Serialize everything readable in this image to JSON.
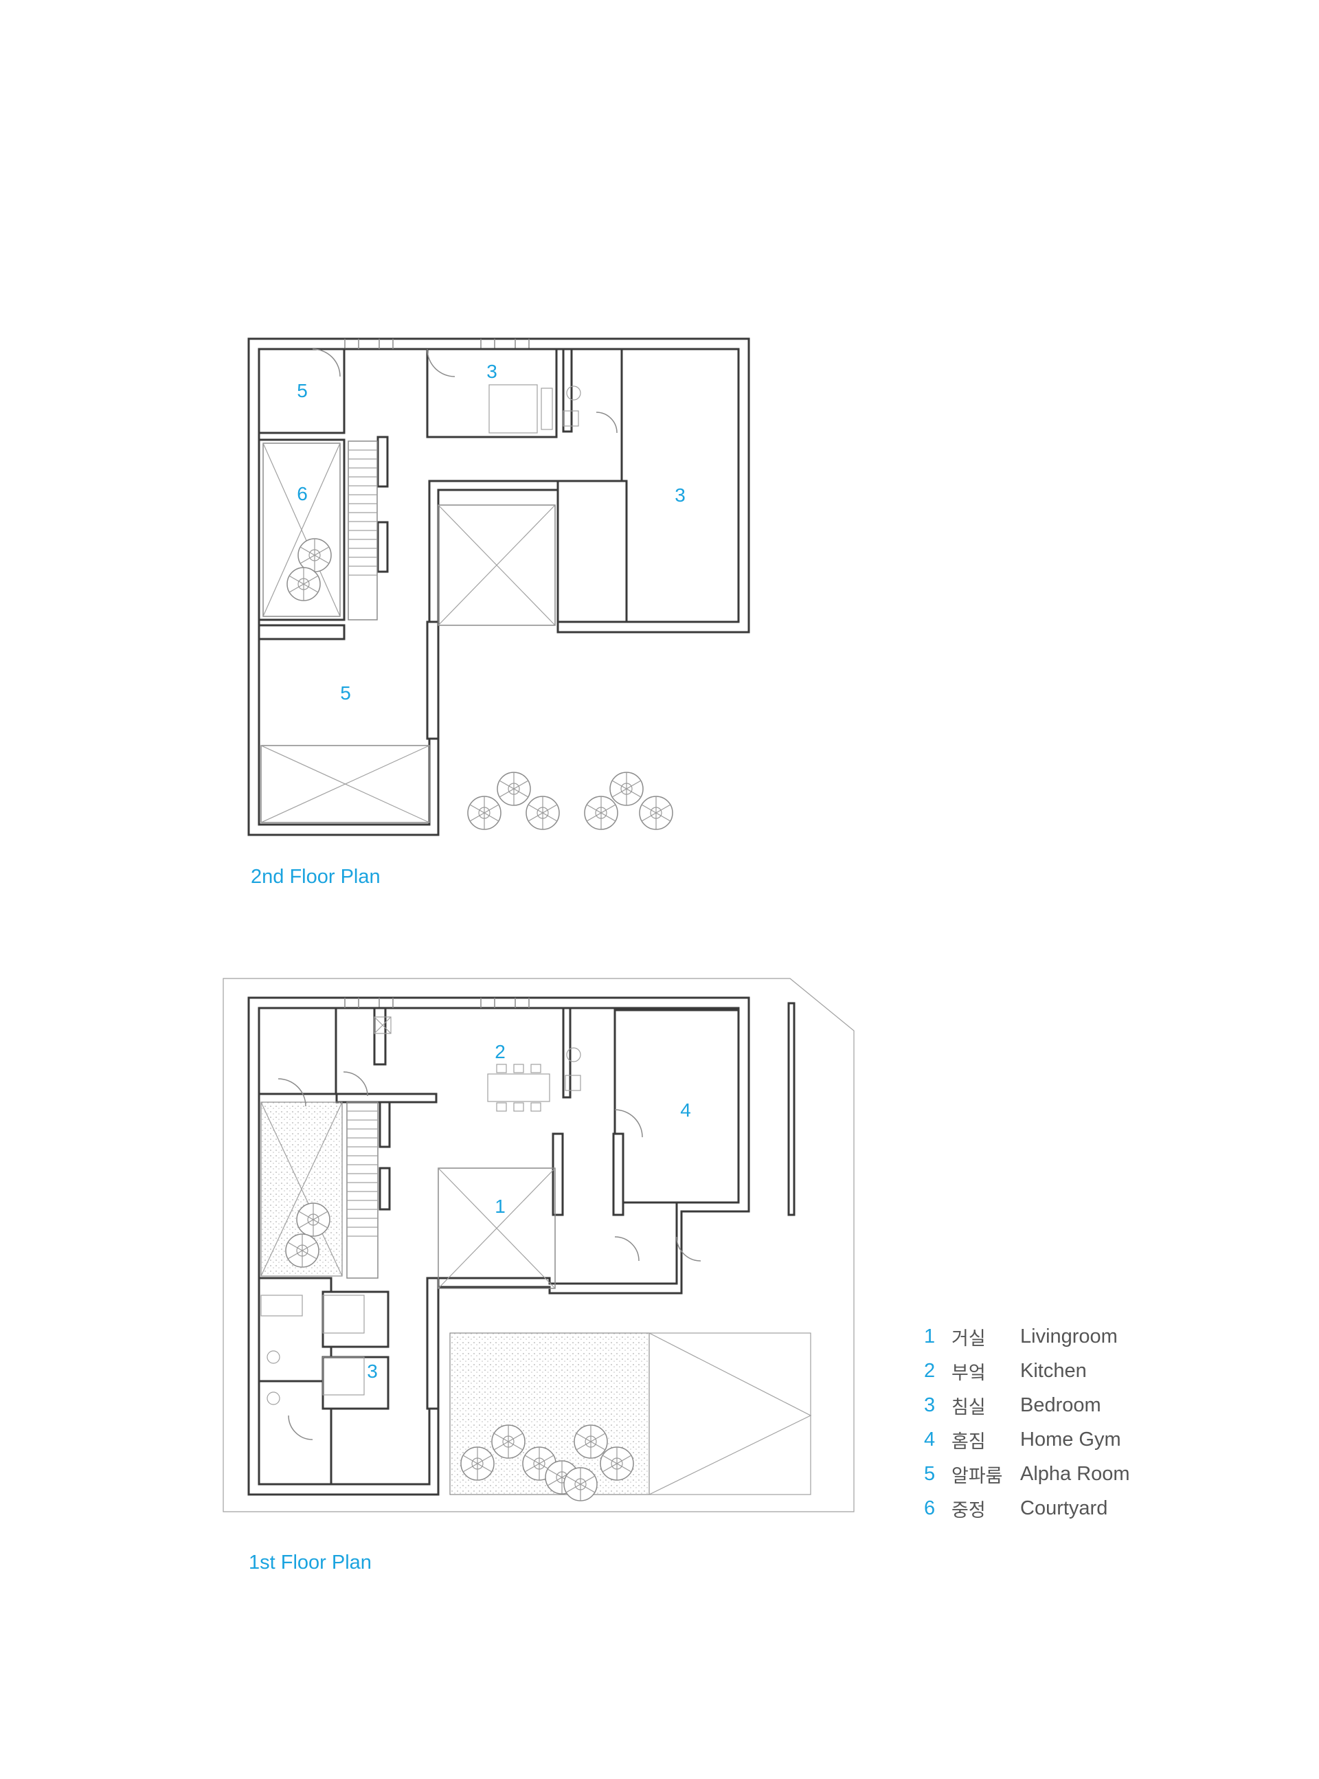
{
  "plans": {
    "second_floor": {
      "title": "2nd Floor Plan",
      "rooms": [
        "5",
        "3",
        "6",
        "3",
        "5"
      ]
    },
    "first_floor": {
      "title": "1st Floor Plan",
      "rooms": [
        "2",
        "4",
        "1",
        "3"
      ]
    }
  },
  "legend": [
    {
      "num": "1",
      "ko": "거실",
      "en": "Livingroom"
    },
    {
      "num": "2",
      "ko": "부엌",
      "en": "Kitchen"
    },
    {
      "num": "3",
      "ko": "침실",
      "en": "Bedroom"
    },
    {
      "num": "4",
      "ko": "홈짐",
      "en": "Home Gym"
    },
    {
      "num": "5",
      "ko": "알파룸",
      "en": "Alpha Room"
    },
    {
      "num": "6",
      "ko": "중정",
      "en": "Courtyard"
    }
  ],
  "colors": {
    "accent": "#1aa3df",
    "line": "#3a3a3a",
    "legend_text": "#555555"
  }
}
